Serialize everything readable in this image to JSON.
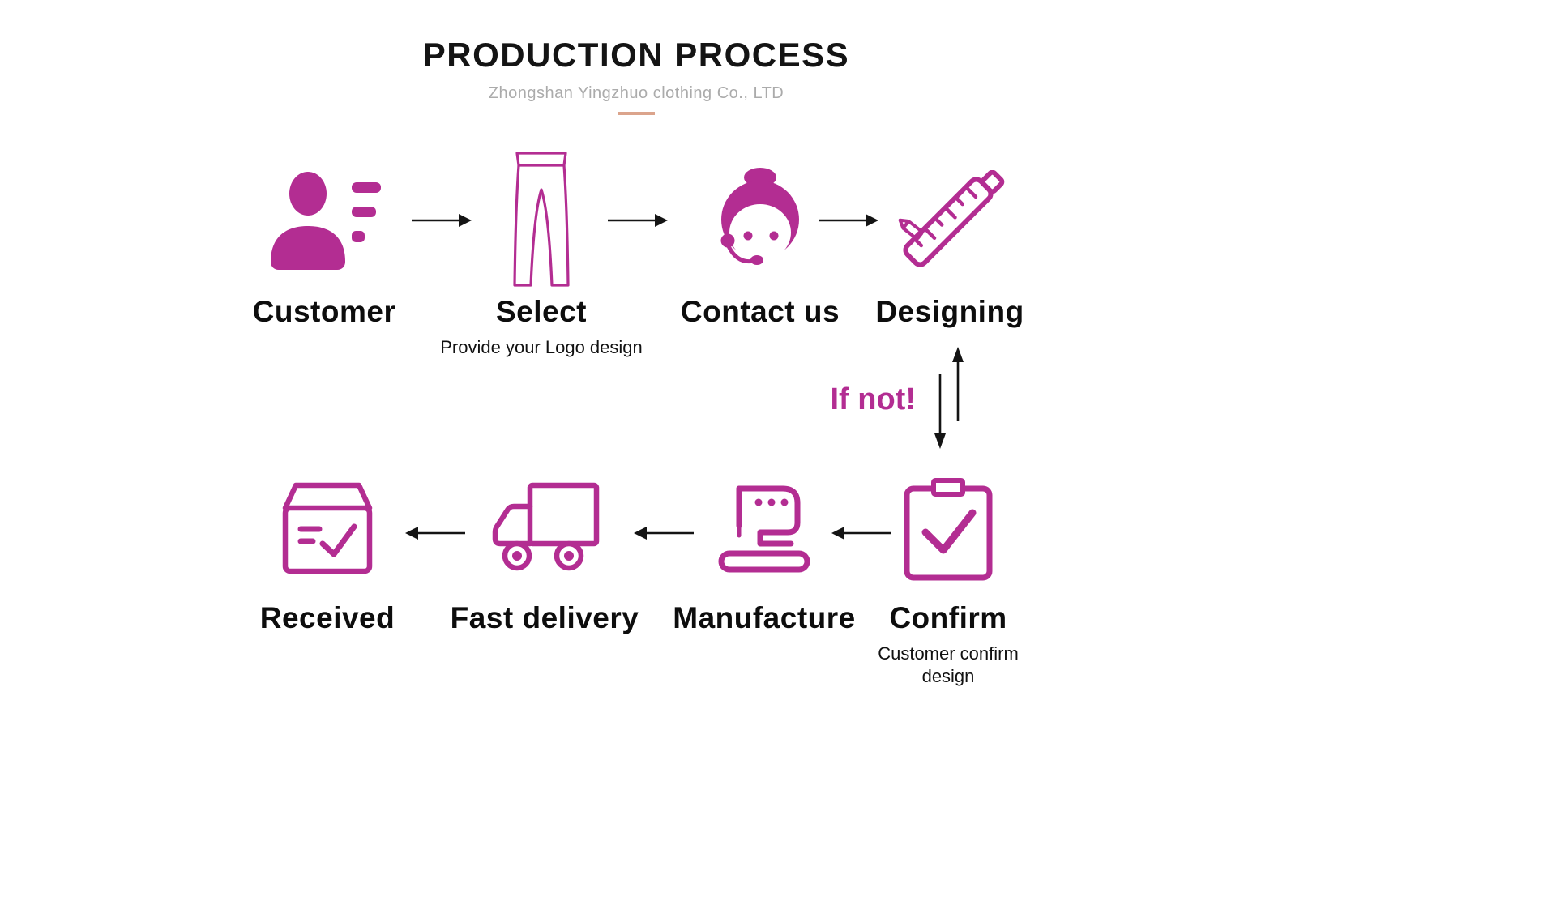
{
  "colors": {
    "accent": "#b32d92",
    "underline": "#dba48c",
    "arrow": "#141414",
    "text": "#0d0d0d",
    "subtitle_gray": "#ababab"
  },
  "header": {
    "title": "PRODUCTION PROCESS",
    "subtitle": "Zhongshan Yingzhuo clothing Co., LTD"
  },
  "branch_label": "If not!",
  "steps": {
    "customer": {
      "label": "Customer",
      "icon": "customer-icon"
    },
    "select": {
      "label": "Select",
      "icon": "leggings-icon",
      "note": "Provide your Logo design"
    },
    "contact": {
      "label": "Contact us",
      "icon": "support-agent-icon"
    },
    "designing": {
      "label": "Designing",
      "icon": "ruler-pencil-icon"
    },
    "received": {
      "label": "Received",
      "icon": "package-check-icon"
    },
    "delivery": {
      "label": "Fast delivery",
      "icon": "delivery-truck-icon"
    },
    "manufacture": {
      "label": "Manufacture",
      "icon": "sewing-machine-icon"
    },
    "confirm": {
      "label": "Confirm",
      "icon": "clipboard-check-icon",
      "note": "Customer confirm design"
    }
  },
  "flow": {
    "top_row": [
      "customer",
      "select",
      "contact",
      "designing"
    ],
    "bottom_row_right_to_left": [
      "confirm",
      "manufacture",
      "delivery",
      "received"
    ],
    "feedback_loop": "designing <-> confirm"
  }
}
